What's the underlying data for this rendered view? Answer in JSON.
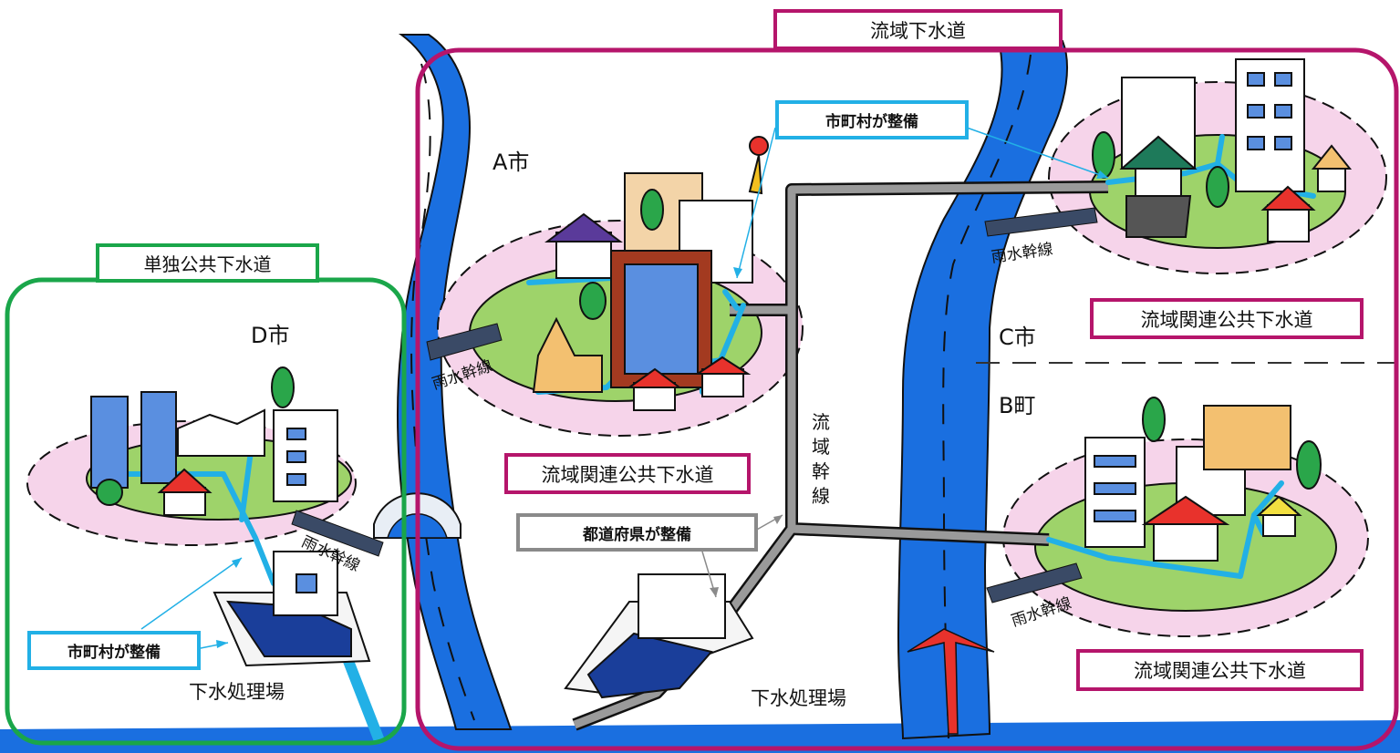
{
  "header": {
    "ryuiki_gesuido": "流域下水道",
    "tandoku_gesuido": "単独公共下水道"
  },
  "cities": {
    "a": "A市",
    "b": "B町",
    "c": "C市",
    "d": "D市"
  },
  "labels": {
    "kanren_a": "流域関連公共下水道",
    "kanren_c": "流域関連公共下水道",
    "kanren_b": "流域関連公共下水道",
    "municipal_top": "市町村が整備",
    "municipal_left": "市町村が整備",
    "prefecture": "都道府県が整備",
    "treatment_left": "下水処理場",
    "treatment_center": "下水処理場",
    "trunk_d": "雨水幹線",
    "trunk_a": "雨水幹線",
    "trunk_c": "雨水幹線",
    "trunk_b": "雨水幹線",
    "ryuiki_kansen": "流域幹線"
  },
  "colors": {
    "river": "#1a6fe0",
    "island_pink": "#f6d4ea",
    "island_green": "#9ed36a",
    "pipe_gray": "#9a9a9a",
    "sewer_cyan": "#22b0e6",
    "border_magenta": "#b5156b",
    "border_green": "#1aa64a",
    "arrow_red": "#e8322c"
  }
}
